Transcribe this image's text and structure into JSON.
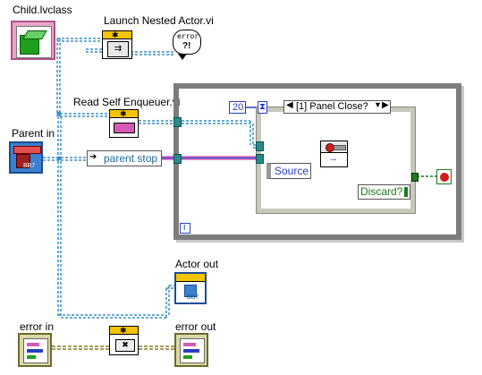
{
  "labels": {
    "child_class": "Child.lvclass",
    "launch_nested": "Launch Nested Actor.vi",
    "read_self": "Read Self Enqueuer.vi",
    "parent_in": "Parent in",
    "parent_stop": "parent stop",
    "actor_out": "Actor out",
    "error_in": "error in",
    "error_out": "error out",
    "timeout_value": "20",
    "case_selector": "[1] Panel Close?",
    "source": "Source",
    "discard": "Discard?",
    "loop_iteration": "i",
    "error_glyph_line1": "error",
    "error_glyph_line2": "?!",
    "term_code": "BB7"
  },
  "colors": {
    "class_wire": "#3a8fc6",
    "error_wire": "#8b7a25",
    "boolean_wire": "#1b7a1b",
    "string_wire": "#d65ab5",
    "numeric_wire": "#2a3fc0",
    "subvi_band": "#f5c400",
    "while_border": "#7d7d7d"
  }
}
